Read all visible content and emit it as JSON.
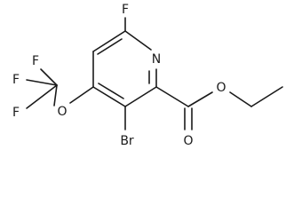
{
  "molecule": {
    "atoms": {
      "f_top": "F",
      "n_ring": "N",
      "f1": "F",
      "f2": "F",
      "f3": "F",
      "o_ether": "O",
      "br": "Br",
      "o_carbonyl": "O",
      "o_ester": "O"
    }
  }
}
